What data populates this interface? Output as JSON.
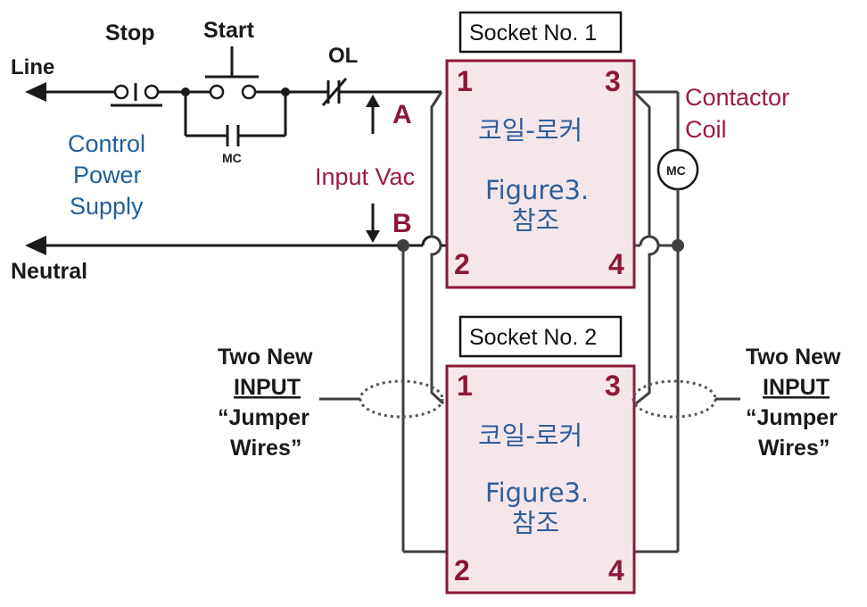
{
  "labels": {
    "stop": "Stop",
    "start": "Start",
    "ol": "OL",
    "line": "Line",
    "neutral": "Neutral",
    "mc_small": "MC",
    "control_power_supply": [
      "Control",
      "Power",
      "Supply"
    ],
    "input_vac": "Input Vac",
    "point_a": "A",
    "point_b": "B",
    "contactor_coil": [
      "Contactor",
      "Coil"
    ],
    "coil_symbol": "MC"
  },
  "sockets": [
    {
      "title": "Socket No. 1",
      "body_line1": "코일-로커",
      "body_line2": "Figure3.",
      "body_line3": "참조",
      "terminals": [
        "1",
        "3",
        "2",
        "4"
      ]
    },
    {
      "title": "Socket No. 2",
      "body_line1": "코일-로커",
      "body_line2": "Figure3.",
      "body_line3": "참조",
      "terminals": [
        "1",
        "3",
        "2",
        "4"
      ]
    }
  ],
  "jumper_left": [
    "Two New",
    "INPUT",
    "“Jumper",
    "Wires”"
  ],
  "jumper_right": [
    "Two New",
    "INPUT",
    "“Jumper",
    "Wires”"
  ],
  "colors": {
    "socket_fill": "#f5e6ea",
    "socket_border": "#8c1837",
    "blue_text": "#1f5f9c",
    "red_text": "#9b1b48",
    "wire": "#3f3f3f"
  }
}
